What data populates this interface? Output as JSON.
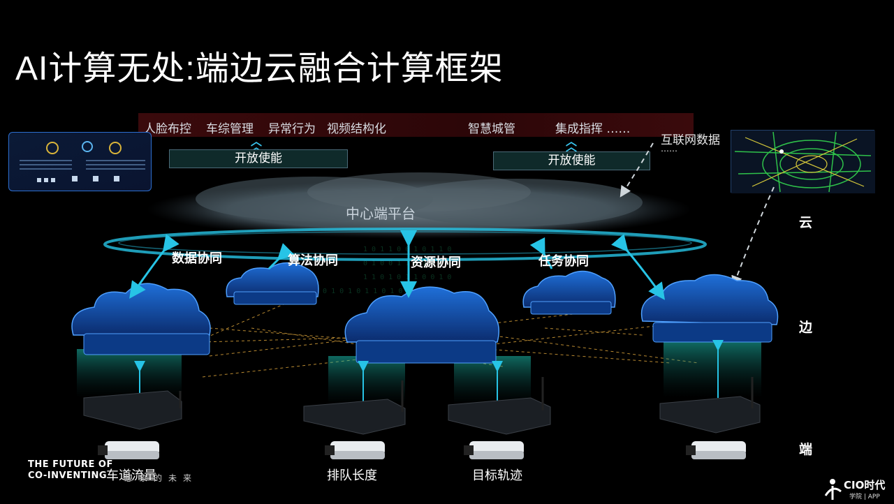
{
  "title": "AI计算无处:端边云融合计算框架",
  "apps": {
    "left": [
      "人脸布控",
      "车综管理",
      "异常行为",
      "视频结构化"
    ],
    "right": [
      "智慧城管",
      "集成指挥 ……"
    ]
  },
  "enable_label": "开放使能",
  "internet": {
    "label": "互联网数据",
    "ellipsis": "……"
  },
  "center_platform": "中心端平台",
  "collaboration": [
    "数据协同",
    "算法协同",
    "资源协同",
    "任务协同"
  ],
  "layers": {
    "cloud": "云",
    "edge": "边",
    "terminal": "端"
  },
  "bottom_labels": [
    "车道流量",
    "排队长度",
    "目标轨迹"
  ],
  "footer": {
    "brand_line1": "THE FUTURE OF",
    "brand_line2": "CO-INVENTING",
    "slogan": "想象的未来"
  },
  "logo_text": {
    "main": "CIO时代",
    "sub": "学院 | APP"
  },
  "colors": {
    "cyan": "#27c4e6",
    "cloud_blue": "#1a58b8",
    "dashed_link": "#d9a23a"
  }
}
